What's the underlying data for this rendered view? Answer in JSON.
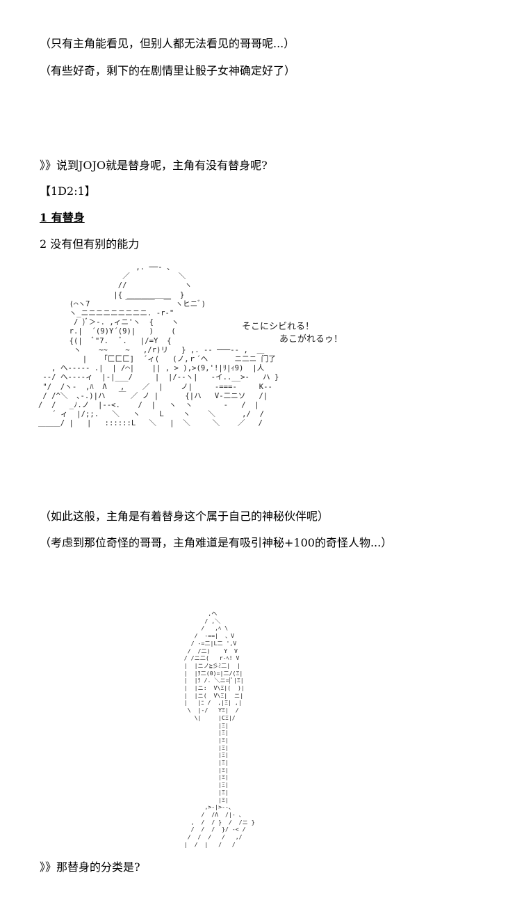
{
  "lines": {
    "l1": "（只有主角能看见，但别人都无法看见的哥哥呢...）",
    "l2": "（有些好奇，剩下的在剧情里让骰子女神确定好了）",
    "l3": "》》说到JOJO就是替身呢，主角有没有替身呢?",
    "l4": "【1D2:1】",
    "l5": "1 有替身",
    "l6": "2 没有但有别的能力",
    "l7": "（如此这般，主角是有着替身这个属于自己的神秘伙伴呢）",
    "l8": "（考虑到那位奇怪的哥哥，主角难道是有吸引神秘+100的奇怪人物...）",
    "l9": "》》那替身的分类是?"
  },
  "ascii_art": {
    "caption_1": "そこにシビれる！",
    "caption_2": "あこがれるゥ！"
  }
}
